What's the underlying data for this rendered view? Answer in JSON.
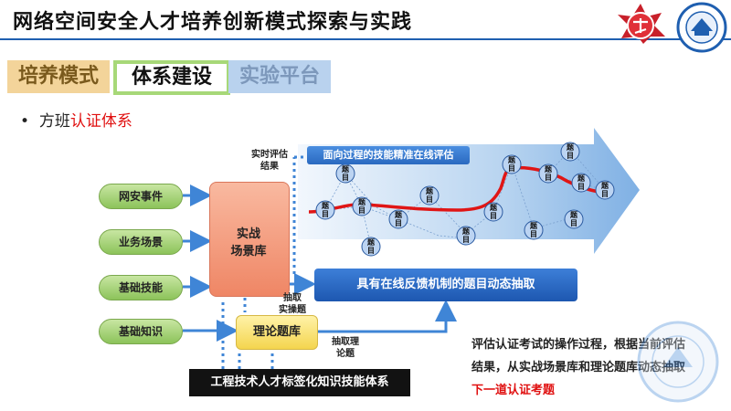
{
  "header": {
    "title": "网络空间安全人才培养创新模式探索与实践"
  },
  "tabs": [
    {
      "label": "培养模式"
    },
    {
      "label": "体系建设"
    },
    {
      "label": "实验平台"
    }
  ],
  "bullet": {
    "prefix": "方班",
    "highlight": "认证体系"
  },
  "inputs": [
    "网安事件",
    "业务场景",
    "基础技能",
    "基础知识"
  ],
  "boxes": {
    "scene_line1": "实战",
    "scene_line2": "场景库",
    "theory": "理论题库",
    "dynamic": "具有在线反馈机制的题目动态抽取",
    "online_eval": "面向过程的技能精准在线评估",
    "engineering": "工程技术人才标签化知识技能体系"
  },
  "labels": {
    "realtime_l1": "实时评估",
    "realtime_l2": "结果",
    "extract_exp_l1": "抽取",
    "extract_exp_l2": "实操题",
    "extract_theory_l1": "抽取理",
    "extract_theory_l2": "论题"
  },
  "node_label": {
    "line1": "题",
    "line2": "目"
  },
  "description": {
    "line1": "评估认证考试的操作过程，根据当前评估",
    "line2": "结果，从实战场景库和理论题库动态抽取",
    "line3": "下一道认证考题"
  },
  "colors": {
    "accent_blue": "#1f5fb0",
    "red": "#e01010",
    "green": "#8cc35a",
    "orange": "#ef8665",
    "yellow": "#f4d54e"
  }
}
